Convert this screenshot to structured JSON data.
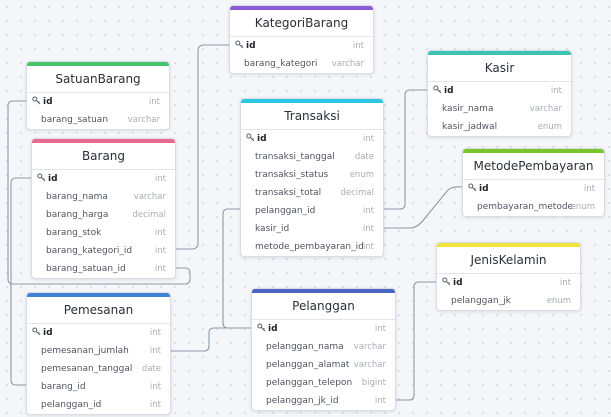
{
  "colors": {
    "green": "#44c56a",
    "purple": "#8b5cd6",
    "teal": "#3cc2b4",
    "pink": "#e86a8f",
    "cyan": "#2ec7e3",
    "lime": "#7cc42c",
    "yellow": "#f1e43c",
    "blue": "#3d84d6",
    "indigo": "#4a63c2",
    "connector": "#8e9aaa"
  },
  "tables": {
    "kategoribarang": {
      "title": "KategoriBarang",
      "columns": [
        {
          "name": "id",
          "type": "int"
        },
        {
          "name": "barang_kategori",
          "type": "varchar"
        }
      ]
    },
    "satuanbarang": {
      "title": "SatuanBarang",
      "columns": [
        {
          "name": "id",
          "type": "int"
        },
        {
          "name": "barang_satuan",
          "type": "varchar"
        }
      ]
    },
    "kasir": {
      "title": "Kasir",
      "columns": [
        {
          "name": "id",
          "type": "int"
        },
        {
          "name": "kasir_nama",
          "type": "varchar"
        },
        {
          "name": "kasir_jadwal",
          "type": "enum"
        }
      ]
    },
    "barang": {
      "title": "Barang",
      "columns": [
        {
          "name": "id",
          "type": "int"
        },
        {
          "name": "barang_nama",
          "type": "varchar"
        },
        {
          "name": "barang_harga",
          "type": "decimal"
        },
        {
          "name": "barang_stok",
          "type": "int"
        },
        {
          "name": "barang_kategori_id",
          "type": "int"
        },
        {
          "name": "barang_satuan_id",
          "type": "int"
        }
      ]
    },
    "transaksi": {
      "title": "Transaksi",
      "columns": [
        {
          "name": "id",
          "type": "int"
        },
        {
          "name": "transaksi_tanggal",
          "type": "date"
        },
        {
          "name": "transaksi_status",
          "type": "enum"
        },
        {
          "name": "transaksi_total",
          "type": "decimal"
        },
        {
          "name": "pelanggan_id",
          "type": "int"
        },
        {
          "name": "kasir_id",
          "type": "int"
        },
        {
          "name": "metode_pembayaran_id",
          "type": "int"
        }
      ]
    },
    "metodepembayaran": {
      "title": "MetodePembayaran",
      "columns": [
        {
          "name": "id",
          "type": "int"
        },
        {
          "name": "pembayaran_metode",
          "type": "enum"
        }
      ]
    },
    "jeniskelamin": {
      "title": "JenisKelamin",
      "columns": [
        {
          "name": "id",
          "type": "int"
        },
        {
          "name": "pelanggan_jk",
          "type": "enum"
        }
      ]
    },
    "pemesanan": {
      "title": "Pemesanan",
      "columns": [
        {
          "name": "id",
          "type": "int"
        },
        {
          "name": "pemesanan_jumlah",
          "type": "int"
        },
        {
          "name": "pemesanan_tanggal",
          "type": "date"
        },
        {
          "name": "barang_id",
          "type": "int"
        },
        {
          "name": "pelanggan_id",
          "type": "int"
        }
      ]
    },
    "pelanggan": {
      "title": "Pelanggan",
      "columns": [
        {
          "name": "id",
          "type": "int"
        },
        {
          "name": "pelanggan_nama",
          "type": "varchar"
        },
        {
          "name": "pelanggan_alamat",
          "type": "varchar"
        },
        {
          "name": "pelanggan_telepon",
          "type": "bigint"
        },
        {
          "name": "pelanggan_jk_id",
          "type": "int"
        }
      ]
    }
  }
}
